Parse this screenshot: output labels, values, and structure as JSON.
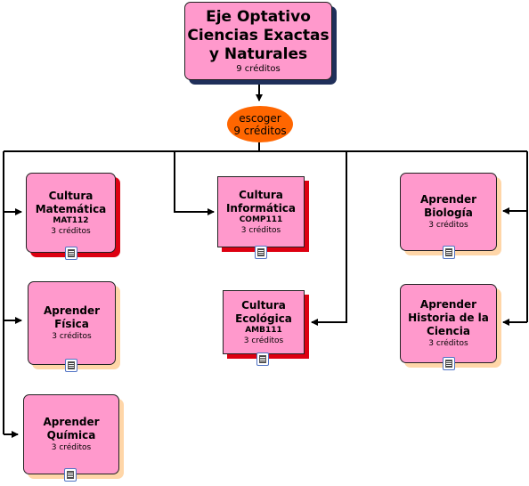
{
  "root": {
    "title": "Eje Optativo\nCiencias Exactas\ny Naturales",
    "credits": "9 créditos"
  },
  "choice": {
    "line1": "escoger",
    "line2": "9 créditos"
  },
  "courses": [
    {
      "title": "Cultura\nMatemática",
      "code": "MAT112",
      "credits": "3 créditos",
      "icon": "document-icon"
    },
    {
      "title": "Aprender\nFísica",
      "code": "",
      "credits": "3 créditos",
      "icon": "document-icon"
    },
    {
      "title": "Aprender\nQuímica",
      "code": "",
      "credits": "3 créditos",
      "icon": "document-icon"
    },
    {
      "title": "Cultura\nInformática",
      "code": "COMP111",
      "credits": "3 créditos",
      "icon": "document-icon"
    },
    {
      "title": "Cultura\nEcológica",
      "code": "AMB111",
      "credits": "3 créditos",
      "icon": "document-icon"
    },
    {
      "title": "Aprender\nBiología",
      "code": "",
      "credits": "3 créditos",
      "icon": "document-icon"
    },
    {
      "title": "Aprender\nHistoria de la\nCiencia",
      "code": "",
      "credits": "3 créditos",
      "icon": "document-icon"
    }
  ],
  "colors": {
    "box": "#ff99cc",
    "pill": "#ff6600",
    "root_shadow": "#1f2f5a",
    "red_shadow": "#dd0011",
    "peach_shadow": "#ffd6a8"
  }
}
